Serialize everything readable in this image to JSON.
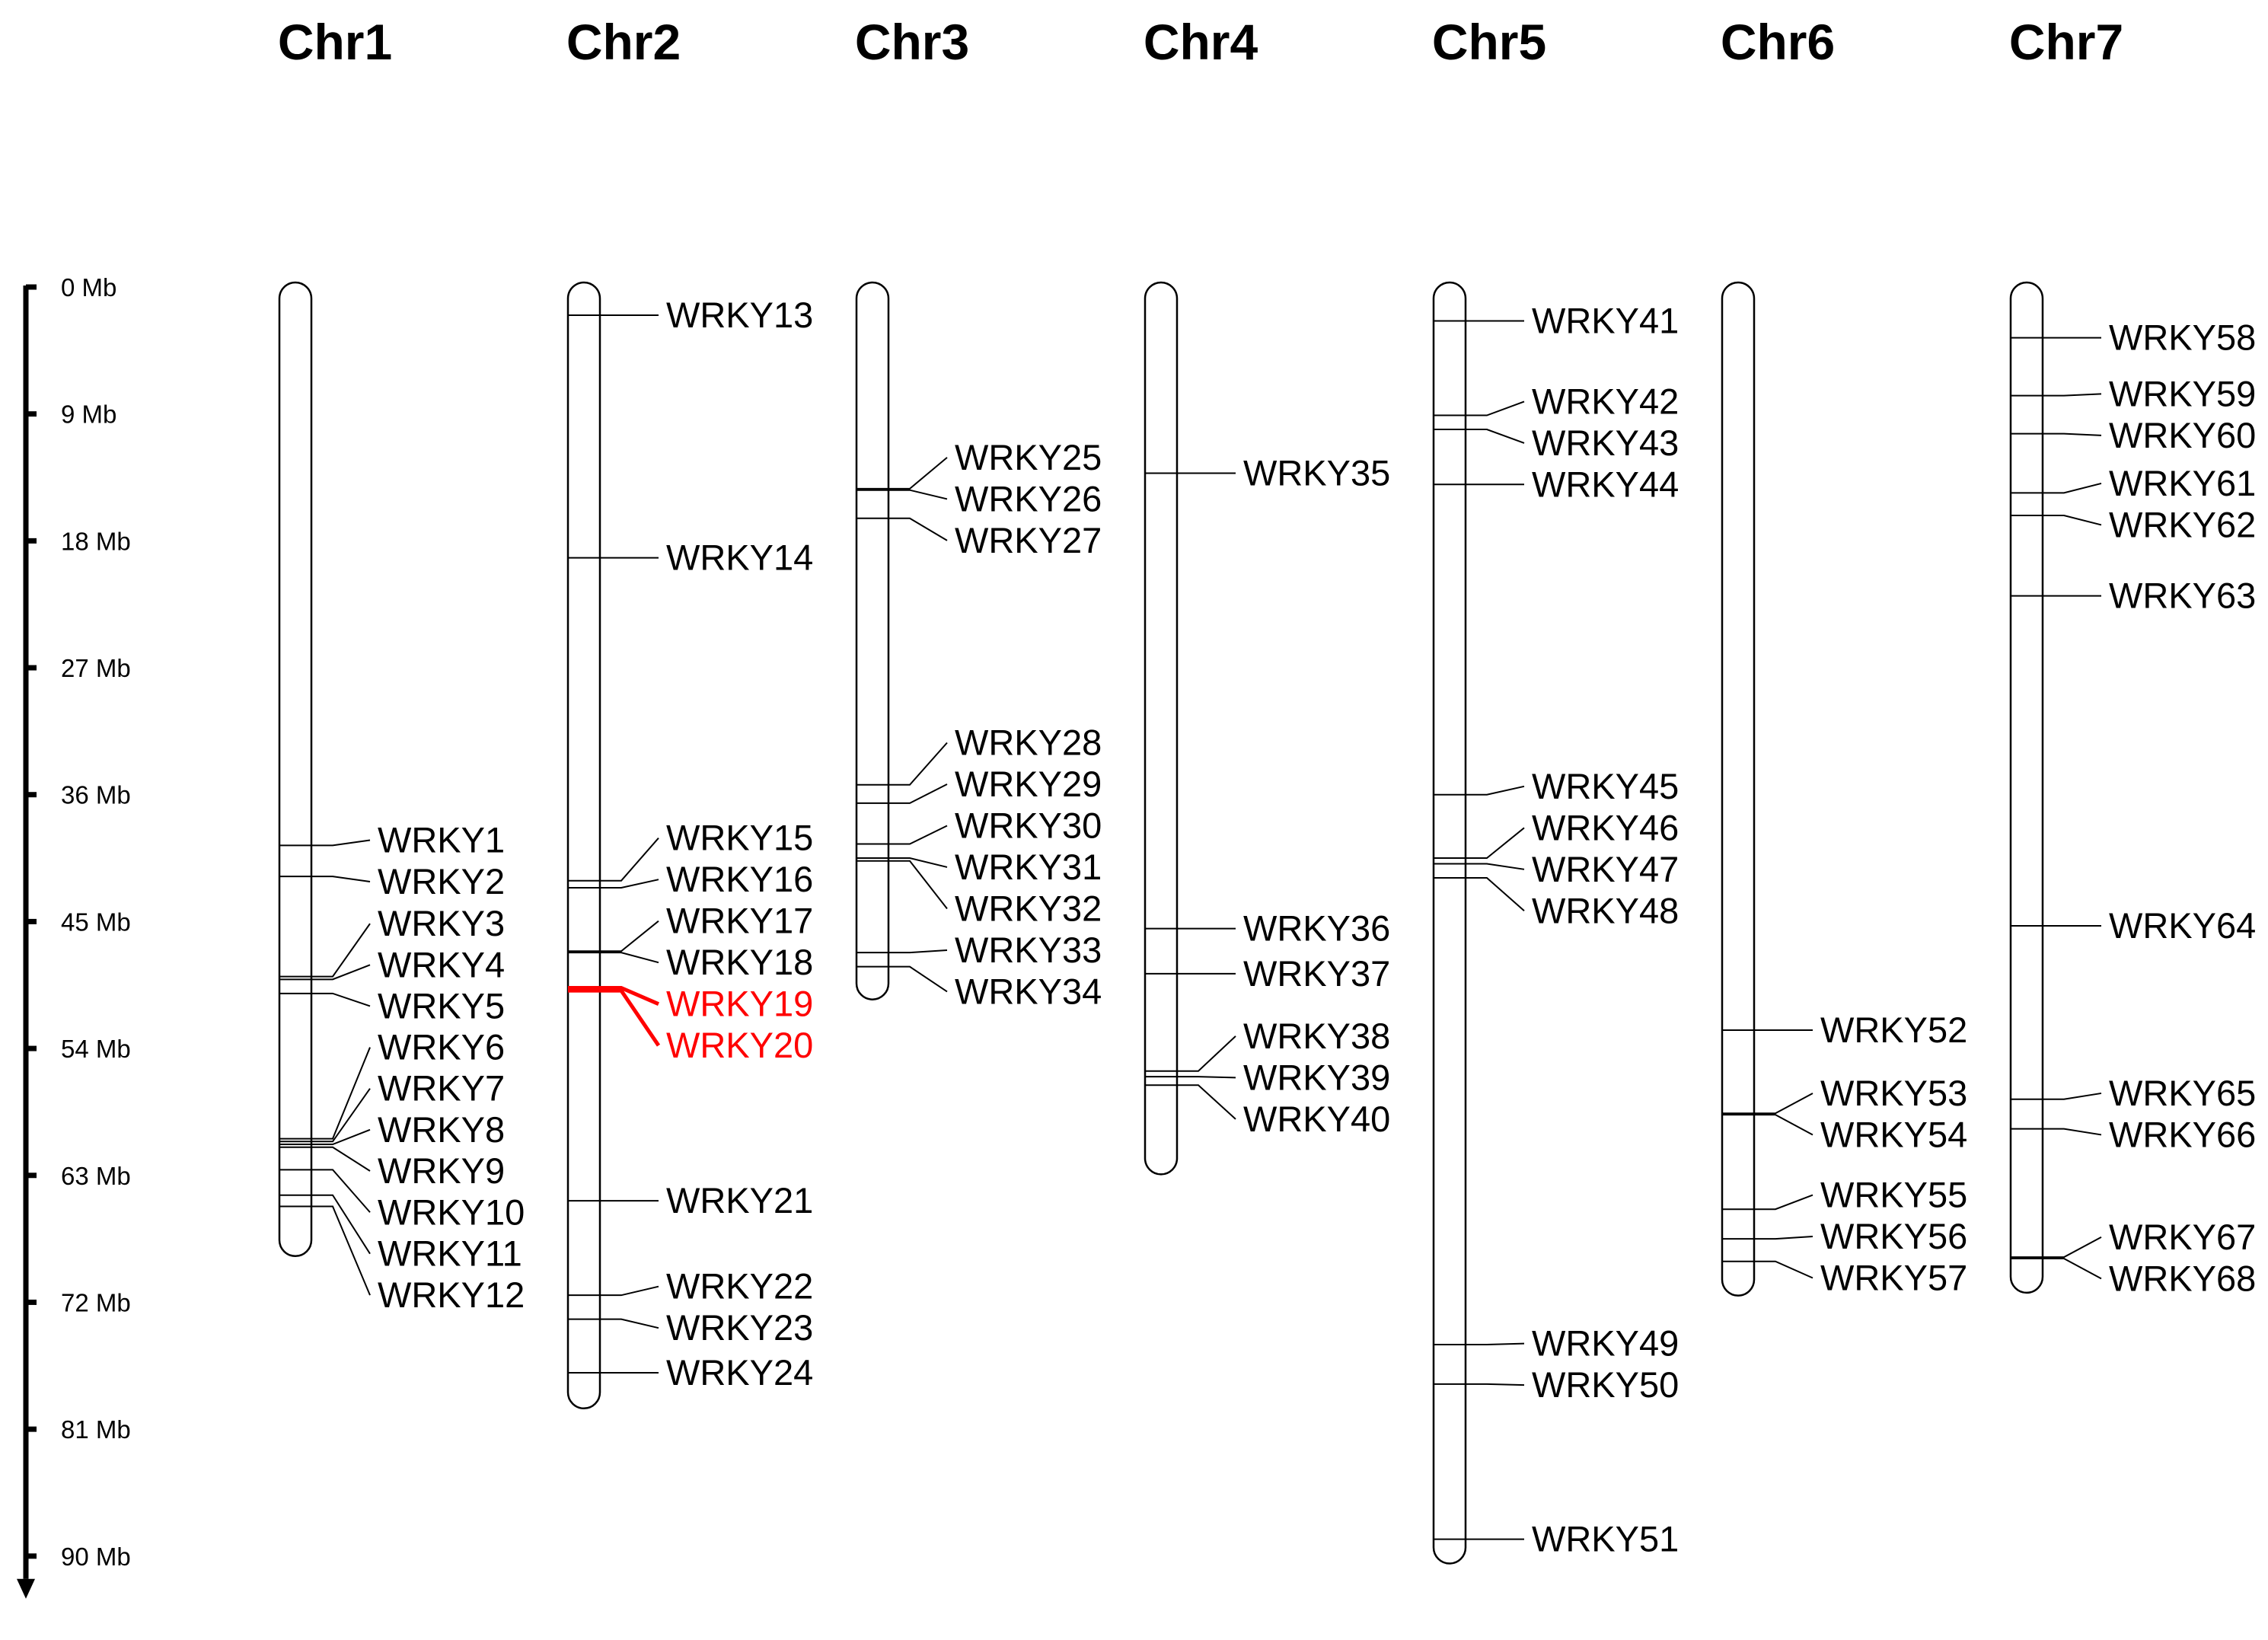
{
  "scale": {
    "unit": "Mb",
    "ticks": [
      "0 Mb",
      "9 Mb",
      "18 Mb",
      "27 Mb",
      "36 Mb",
      "45 Mb",
      "54 Mb",
      "63 Mb",
      "72 Mb",
      "81 Mb",
      "90 Mb"
    ],
    "tick_values": [
      0,
      9,
      18,
      27,
      36,
      45,
      54,
      63,
      72,
      81,
      90
    ]
  },
  "colors": {
    "default": "#000000",
    "highlight": "#ff0000",
    "chromosome_fill": "#ffffff"
  },
  "chromosomes": [
    {
      "name": "Chr1",
      "length_mb": 68.4,
      "genes": [
        {
          "name": "WRKY1",
          "pos_mb": 39.6
        },
        {
          "name": "WRKY2",
          "pos_mb": 41.8
        },
        {
          "name": "WRKY3",
          "pos_mb": 48.9
        },
        {
          "name": "WRKY4",
          "pos_mb": 49.1
        },
        {
          "name": "WRKY5",
          "pos_mb": 50.1
        },
        {
          "name": "WRKY6",
          "pos_mb": 60.4
        },
        {
          "name": "WRKY7",
          "pos_mb": 60.6
        },
        {
          "name": "WRKY8",
          "pos_mb": 60.8
        },
        {
          "name": "WRKY9",
          "pos_mb": 61.0
        },
        {
          "name": "WRKY10",
          "pos_mb": 62.6
        },
        {
          "name": "WRKY11",
          "pos_mb": 64.4
        },
        {
          "name": "WRKY12",
          "pos_mb": 65.2
        }
      ]
    },
    {
      "name": "Chr2",
      "length_mb": 79.2,
      "genes": [
        {
          "name": "WRKY13",
          "pos_mb": 2.0
        },
        {
          "name": "WRKY14",
          "pos_mb": 19.2
        },
        {
          "name": "WRKY15",
          "pos_mb": 42.1
        },
        {
          "name": "WRKY16",
          "pos_mb": 42.6
        },
        {
          "name": "WRKY17",
          "pos_mb": 47.1
        },
        {
          "name": "WRKY18",
          "pos_mb": 47.2
        },
        {
          "name": "WRKY19",
          "pos_mb": 49.7,
          "highlight": true
        },
        {
          "name": "WRKY20",
          "pos_mb": 49.9,
          "highlight": true
        },
        {
          "name": "WRKY21",
          "pos_mb": 64.8
        },
        {
          "name": "WRKY22",
          "pos_mb": 71.5
        },
        {
          "name": "WRKY23",
          "pos_mb": 73.2
        },
        {
          "name": "WRKY24",
          "pos_mb": 77.0
        }
      ]
    },
    {
      "name": "Chr3",
      "length_mb": 50.2,
      "genes": [
        {
          "name": "WRKY25",
          "pos_mb": 14.3
        },
        {
          "name": "WRKY26",
          "pos_mb": 14.4
        },
        {
          "name": "WRKY27",
          "pos_mb": 16.4
        },
        {
          "name": "WRKY28",
          "pos_mb": 35.3
        },
        {
          "name": "WRKY29",
          "pos_mb": 36.6
        },
        {
          "name": "WRKY30",
          "pos_mb": 39.5
        },
        {
          "name": "WRKY31",
          "pos_mb": 40.5
        },
        {
          "name": "WRKY32",
          "pos_mb": 40.7
        },
        {
          "name": "WRKY33",
          "pos_mb": 47.2
        },
        {
          "name": "WRKY34",
          "pos_mb": 48.2
        }
      ]
    },
    {
      "name": "Chr4",
      "length_mb": 62.6,
      "genes": [
        {
          "name": "WRKY35",
          "pos_mb": 13.2
        },
        {
          "name": "WRKY36",
          "pos_mb": 45.5
        },
        {
          "name": "WRKY37",
          "pos_mb": 48.7
        },
        {
          "name": "WRKY38",
          "pos_mb": 55.6
        },
        {
          "name": "WRKY39",
          "pos_mb": 56.0
        },
        {
          "name": "WRKY40",
          "pos_mb": 56.6
        }
      ]
    },
    {
      "name": "Chr5",
      "length_mb": 90.2,
      "genes": [
        {
          "name": "WRKY41",
          "pos_mb": 2.4
        },
        {
          "name": "WRKY42",
          "pos_mb": 9.1
        },
        {
          "name": "WRKY43",
          "pos_mb": 10.1
        },
        {
          "name": "WRKY44",
          "pos_mb": 14.0
        },
        {
          "name": "WRKY45",
          "pos_mb": 36.0
        },
        {
          "name": "WRKY46",
          "pos_mb": 40.5
        },
        {
          "name": "WRKY47",
          "pos_mb": 40.9
        },
        {
          "name": "WRKY48",
          "pos_mb": 41.9
        },
        {
          "name": "WRKY49",
          "pos_mb": 75.0
        },
        {
          "name": "WRKY50",
          "pos_mb": 77.8
        },
        {
          "name": "WRKY51",
          "pos_mb": 88.8
        }
      ]
    },
    {
      "name": "Chr6",
      "length_mb": 71.2,
      "genes": [
        {
          "name": "WRKY52",
          "pos_mb": 52.7
        },
        {
          "name": "WRKY53",
          "pos_mb": 58.6
        },
        {
          "name": "WRKY54",
          "pos_mb": 58.7
        },
        {
          "name": "WRKY55",
          "pos_mb": 65.4
        },
        {
          "name": "WRKY56",
          "pos_mb": 67.5
        },
        {
          "name": "WRKY57",
          "pos_mb": 69.1
        }
      ]
    },
    {
      "name": "Chr7",
      "length_mb": 71.0,
      "genes": [
        {
          "name": "WRKY58",
          "pos_mb": 3.6
        },
        {
          "name": "WRKY59",
          "pos_mb": 7.7
        },
        {
          "name": "WRKY60",
          "pos_mb": 10.4
        },
        {
          "name": "WRKY61",
          "pos_mb": 14.6
        },
        {
          "name": "WRKY62",
          "pos_mb": 16.2
        },
        {
          "name": "WRKY63",
          "pos_mb": 21.9
        },
        {
          "name": "WRKY64",
          "pos_mb": 45.3
        },
        {
          "name": "WRKY65",
          "pos_mb": 57.6
        },
        {
          "name": "WRKY66",
          "pos_mb": 59.7
        },
        {
          "name": "WRKY67",
          "pos_mb": 68.8
        },
        {
          "name": "WRKY68",
          "pos_mb": 68.9
        }
      ]
    }
  ]
}
